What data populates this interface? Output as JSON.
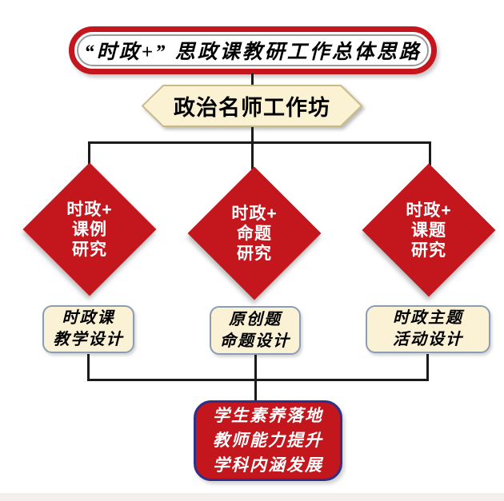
{
  "diagram": {
    "title": "“时政+” 思政课教研工作总体思路",
    "workshop": "政治名师工作坊",
    "branches": [
      {
        "diamond": [
          "时政+",
          "课例",
          "研究"
        ],
        "box": [
          "时政课",
          "教学设计"
        ]
      },
      {
        "diamond": [
          "时政+",
          "命题",
          "研究"
        ],
        "box": [
          "原创题",
          "命题设计"
        ]
      },
      {
        "diamond": [
          "时政+",
          "课题",
          "研究"
        ],
        "box": [
          "时政主题",
          "活动设计"
        ]
      }
    ],
    "outcome": [
      "学生素养落地",
      "教师能力提升",
      "学科内涵发展"
    ],
    "colors": {
      "node_red": "#c3161d",
      "title_border_red": "#c4161c",
      "cream_fill": "#fbf2d5",
      "hexagon_border": "#c8ba8b",
      "cream_border": "#8b9db4",
      "outcome_border_navy": "#2d3189",
      "connector_black": "#1b1b1b"
    }
  }
}
